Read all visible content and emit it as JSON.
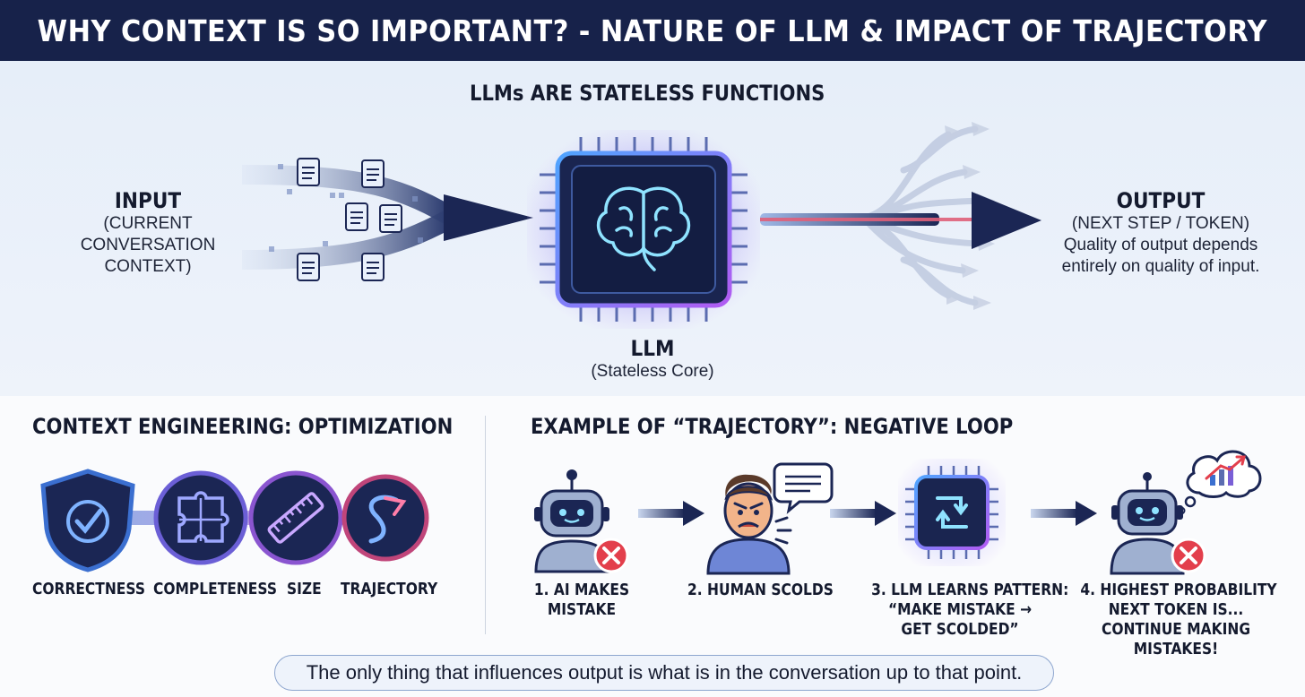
{
  "banner": {
    "title": "WHY CONTEXT IS SO IMPORTANT? - NATURE OF LLM & IMPACT OF TRAJECTORY"
  },
  "top": {
    "subtitle": "LLMs ARE STATELESS FUNCTIONS",
    "input": {
      "heading": "INPUT",
      "lines": [
        "(CURRENT",
        "CONVERSATION",
        "CONTEXT)"
      ]
    },
    "core": {
      "label": "LLM",
      "caption": "(Stateless Core)"
    },
    "output": {
      "heading": "OUTPUT",
      "lines": [
        "(NEXT STEP / TOKEN)",
        "Quality of output depends",
        "entirely on quality of input."
      ]
    }
  },
  "engineering": {
    "title": "CONTEXT ENGINEERING: OPTIMIZATION",
    "items": [
      {
        "label": "CORRECTNESS",
        "icon": "shield-check-icon",
        "color": "#3b6fd0"
      },
      {
        "label": "COMPLETENESS",
        "icon": "puzzle-icon",
        "color": "#6b5fd6"
      },
      {
        "label": "SIZE",
        "icon": "ruler-icon",
        "color": "#8a55d0"
      },
      {
        "label": "TRAJECTORY",
        "icon": "trajectory-arrow-icon",
        "color": "#c0457a"
      }
    ]
  },
  "trajectory": {
    "title": "EXAMPLE OF “TRAJECTORY”: NEGATIVE LOOP",
    "steps": [
      {
        "lines": [
          "1. AI MAKES",
          "MISTAKE"
        ],
        "icon": "robot-error-icon"
      },
      {
        "lines": [
          "2. HUMAN SCOLDS"
        ],
        "icon": "angry-human-icon"
      },
      {
        "lines": [
          "3. LLM LEARNS PATTERN:",
          "“MAKE MISTAKE →",
          "GET SCOLDED”"
        ],
        "icon": "chip-loop-icon"
      },
      {
        "lines": [
          "4. HIGHEST PROBABILITY",
          "NEXT TOKEN IS...",
          "CONTINUE MAKING",
          "MISTAKES!"
        ],
        "icon": "robot-thinking-icon"
      }
    ]
  },
  "footer": {
    "text": "The only thing that influences output is what is in the conversation up to that point."
  }
}
